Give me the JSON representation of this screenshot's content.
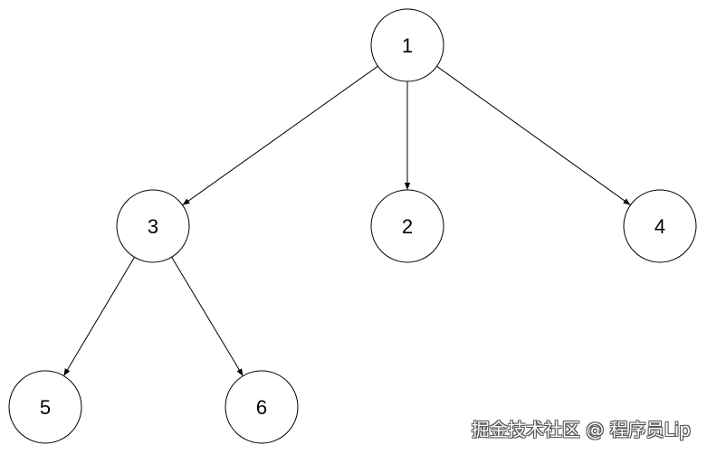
{
  "diagram": {
    "nodes": [
      {
        "id": "n1",
        "label": "1"
      },
      {
        "id": "n3",
        "label": "3"
      },
      {
        "id": "n2",
        "label": "2"
      },
      {
        "id": "n4",
        "label": "4"
      },
      {
        "id": "n5",
        "label": "5"
      },
      {
        "id": "n6",
        "label": "6"
      }
    ],
    "edges": [
      {
        "from": "n1",
        "to": "n3"
      },
      {
        "from": "n1",
        "to": "n2"
      },
      {
        "from": "n1",
        "to": "n4"
      },
      {
        "from": "n3",
        "to": "n5"
      },
      {
        "from": "n3",
        "to": "n6"
      }
    ],
    "colors": {
      "stroke": "#000000",
      "fill": "#ffffff",
      "text": "#000000"
    }
  },
  "watermark": {
    "text": "掘金技术社区 @ 程序员Lip"
  }
}
